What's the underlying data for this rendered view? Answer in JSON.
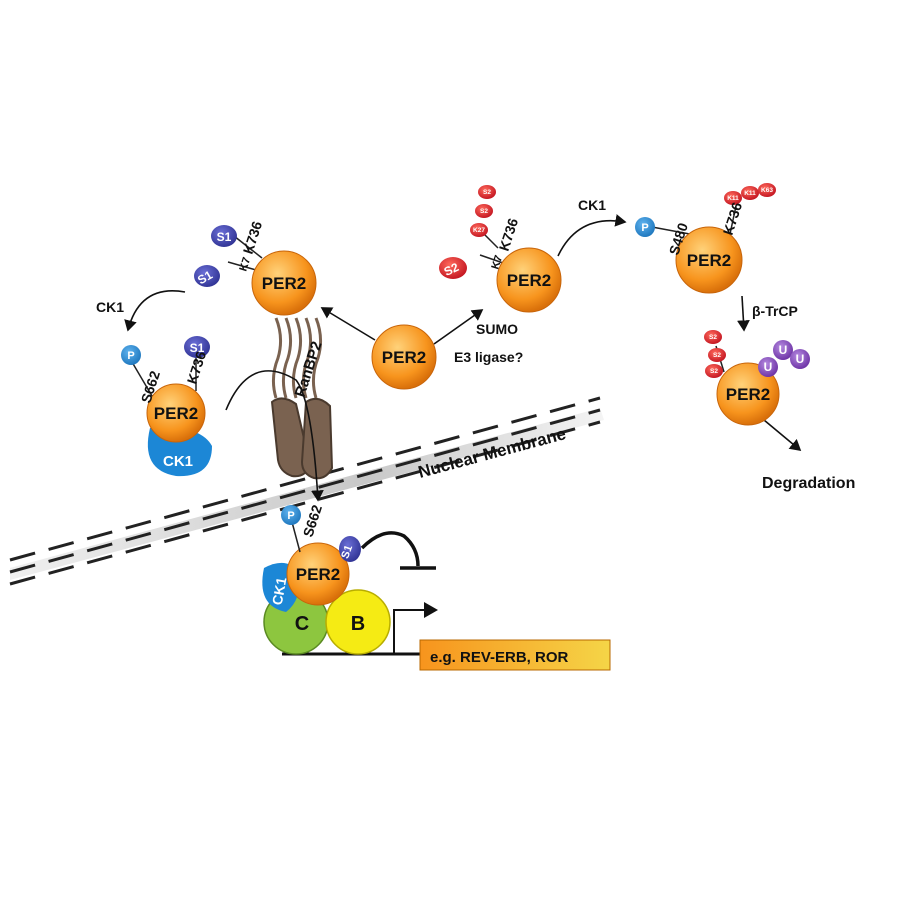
{
  "labels": {
    "per2": "PER2",
    "s1": "S1",
    "s2": "S2",
    "k7": "K7",
    "p": "P",
    "u": "U",
    "ck1": "CK1",
    "c": "C",
    "b": "B",
    "k736": "K736",
    "s662": "S662",
    "s480": "S480",
    "ranbp2": "RanBP2",
    "sumo": "SUMO",
    "e3_ligase": "E3 ligase?",
    "beta_trcp": "β-TrCP",
    "nuclear_membrane": "Nuclear Membrane",
    "degradation": "Degradation",
    "target_genes": "e.g. REV-ERB, ROR"
  },
  "chips": {
    "s2": "S2",
    "k27": "K27",
    "k11": "K11",
    "k63": "K63"
  },
  "colors": {
    "per2_orange": "#f7941d",
    "s1_blue": "#2e3192",
    "p_blue": "#1c75bc",
    "sumo_red": "#d7191c",
    "ubiquitin_purple": "#7b3fb0",
    "ck1_blue": "#1c87d6",
    "clock_green": "#8dc63f",
    "bmal_yellow": "#f5eb14",
    "membrane_gray": "#cfcfcf",
    "pore_brown": "#7a6250"
  }
}
